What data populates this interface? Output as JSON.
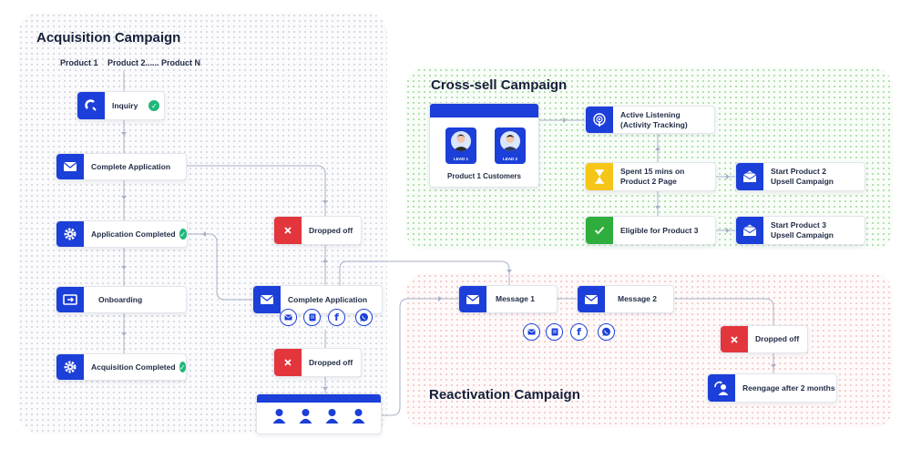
{
  "regions": {
    "acquisition": "Acquisition Campaign",
    "cross_sell": "Cross-sell Campaign",
    "reactivation": "Reactivation Campaign"
  },
  "products": {
    "p1": "Product 1",
    "p2": "Product 2...... Product N"
  },
  "acquisition_nodes": {
    "inquiry": "Inquiry",
    "complete_application": "Complete Application",
    "application_completed": "Application Completed",
    "onboarding": "Onboarding",
    "acquisition_completed": "Acquisition Completed",
    "dropped_off_1": "Dropped off",
    "complete_application_2": "Complete Application",
    "dropped_off_2": "Dropped off"
  },
  "cross_sell_nodes": {
    "customers_label": "Product 1 Customers",
    "lead1": "LEAD 1",
    "lead2": "LEAD 2",
    "active_listening_1": "Active Listening",
    "active_listening_2": "(Activity Tracking)",
    "spent_1": "Spent 15 mins on",
    "spent_2": "Product 2 Page",
    "eligible": "Eligible for Product 3",
    "start2_1": "Start Product 2",
    "start2_2": "Upsell Campaign",
    "start3_1": "Start Product 3",
    "start3_2": "Upsell Campaign"
  },
  "reactivation_nodes": {
    "message1": "Message 1",
    "message2": "Message 2",
    "dropped_off": "Dropped off",
    "reengage": "Reengage after 2 months"
  },
  "colors": {
    "primary": "#1b3fd8",
    "danger": "#e3363c",
    "warning": "#f5c518",
    "success": "#2fae3d",
    "check": "#21b67a"
  }
}
